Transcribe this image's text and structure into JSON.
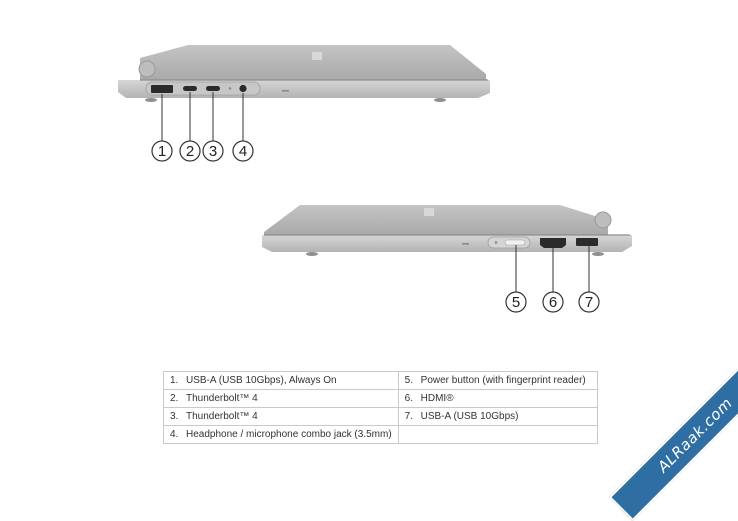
{
  "callouts": {
    "left": [
      "1",
      "2",
      "3",
      "4"
    ],
    "right": [
      "5",
      "6",
      "7"
    ]
  },
  "ports": {
    "rows": [
      {
        "left": {
          "num": "1.",
          "text": "USB-A (USB 10Gbps), Always On"
        },
        "right": {
          "num": "5.",
          "text": "Power button (with fingerprint reader)"
        }
      },
      {
        "left": {
          "num": "2.",
          "text": "Thunderbolt™ 4"
        },
        "right": {
          "num": "6.",
          "text": "HDMI®"
        }
      },
      {
        "left": {
          "num": "3.",
          "text": "Thunderbolt™ 4"
        },
        "right": {
          "num": "7.",
          "text": "USB-A (USB 10Gbps)"
        }
      },
      {
        "left": {
          "num": "4.",
          "text": "Headphone / microphone combo jack (3.5mm)"
        },
        "right": {
          "num": "",
          "text": ""
        }
      }
    ]
  },
  "watermark": {
    "text": "ALRaak.com",
    "color": "#2f6ea2"
  }
}
